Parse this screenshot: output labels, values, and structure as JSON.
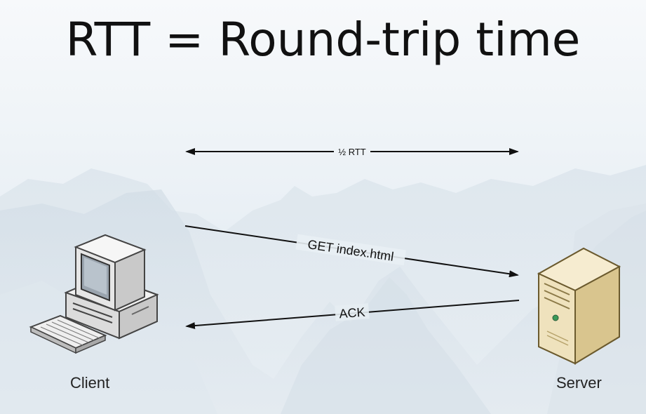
{
  "slide": {
    "title": "RTT = Round-trip time"
  },
  "diagram": {
    "half_rtt_label": "½ RTT",
    "request_label": "GET index.html",
    "response_label": "ACK",
    "client_label": "Client",
    "server_label": "Server"
  },
  "icons": {
    "client": "desktop-computer-icon",
    "server": "server-tower-icon"
  },
  "colors": {
    "arrow": "#111111",
    "server_body": "#e9d9ae",
    "computer_body": "#ececec"
  }
}
